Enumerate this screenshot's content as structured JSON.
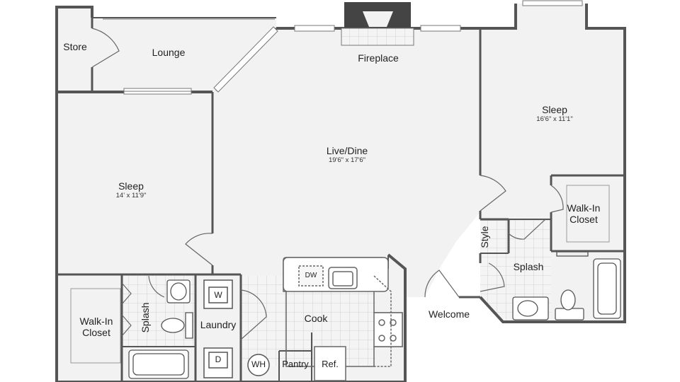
{
  "rooms": {
    "store": {
      "name": "Store"
    },
    "lounge": {
      "name": "Lounge"
    },
    "fireplace": {
      "name": "Fireplace"
    },
    "live_dine": {
      "name": "Live/Dine",
      "dims": "19'6\" x 17'6\""
    },
    "sleep_left": {
      "name": "Sleep",
      "dims": "14' x 11'9\""
    },
    "sleep_right": {
      "name": "Sleep",
      "dims": "16'6\" x 11'1\""
    },
    "walk_in_left": {
      "name": "Walk-In\nCloset"
    },
    "walk_in_right": {
      "name": "Walk-In\nCloset"
    },
    "splash_left": {
      "name": "Splash"
    },
    "splash_right": {
      "name": "Splash"
    },
    "laundry": {
      "name": "Laundry"
    },
    "cook": {
      "name": "Cook"
    },
    "welcome": {
      "name": "Welcome"
    },
    "style": {
      "name": "Style"
    },
    "pantry": {
      "name": "Pantry"
    }
  },
  "fixtures": {
    "washer": "W",
    "dryer": "D",
    "water_heater": "WH",
    "refrigerator": "Ref.",
    "dishwasher": "DW"
  }
}
